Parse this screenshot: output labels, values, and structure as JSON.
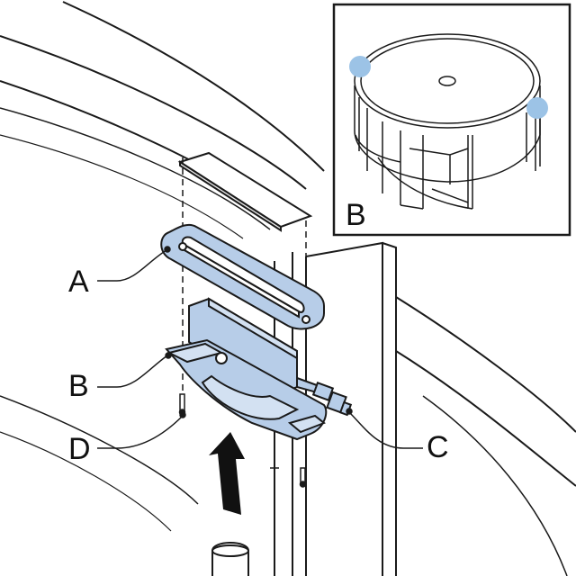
{
  "callouts": {
    "a": "A",
    "b": "B",
    "c": "C",
    "d": "D"
  },
  "inset": {
    "label": "B"
  },
  "colors": {
    "part_fill": "#b7cde8",
    "part_fill_light": "#d3e1f2",
    "part_edge": "#1a1a1a",
    "marker_dot": "#9cc3e6",
    "arrow": "#111111"
  },
  "icons": {
    "direction": "arrow-up-icon"
  }
}
